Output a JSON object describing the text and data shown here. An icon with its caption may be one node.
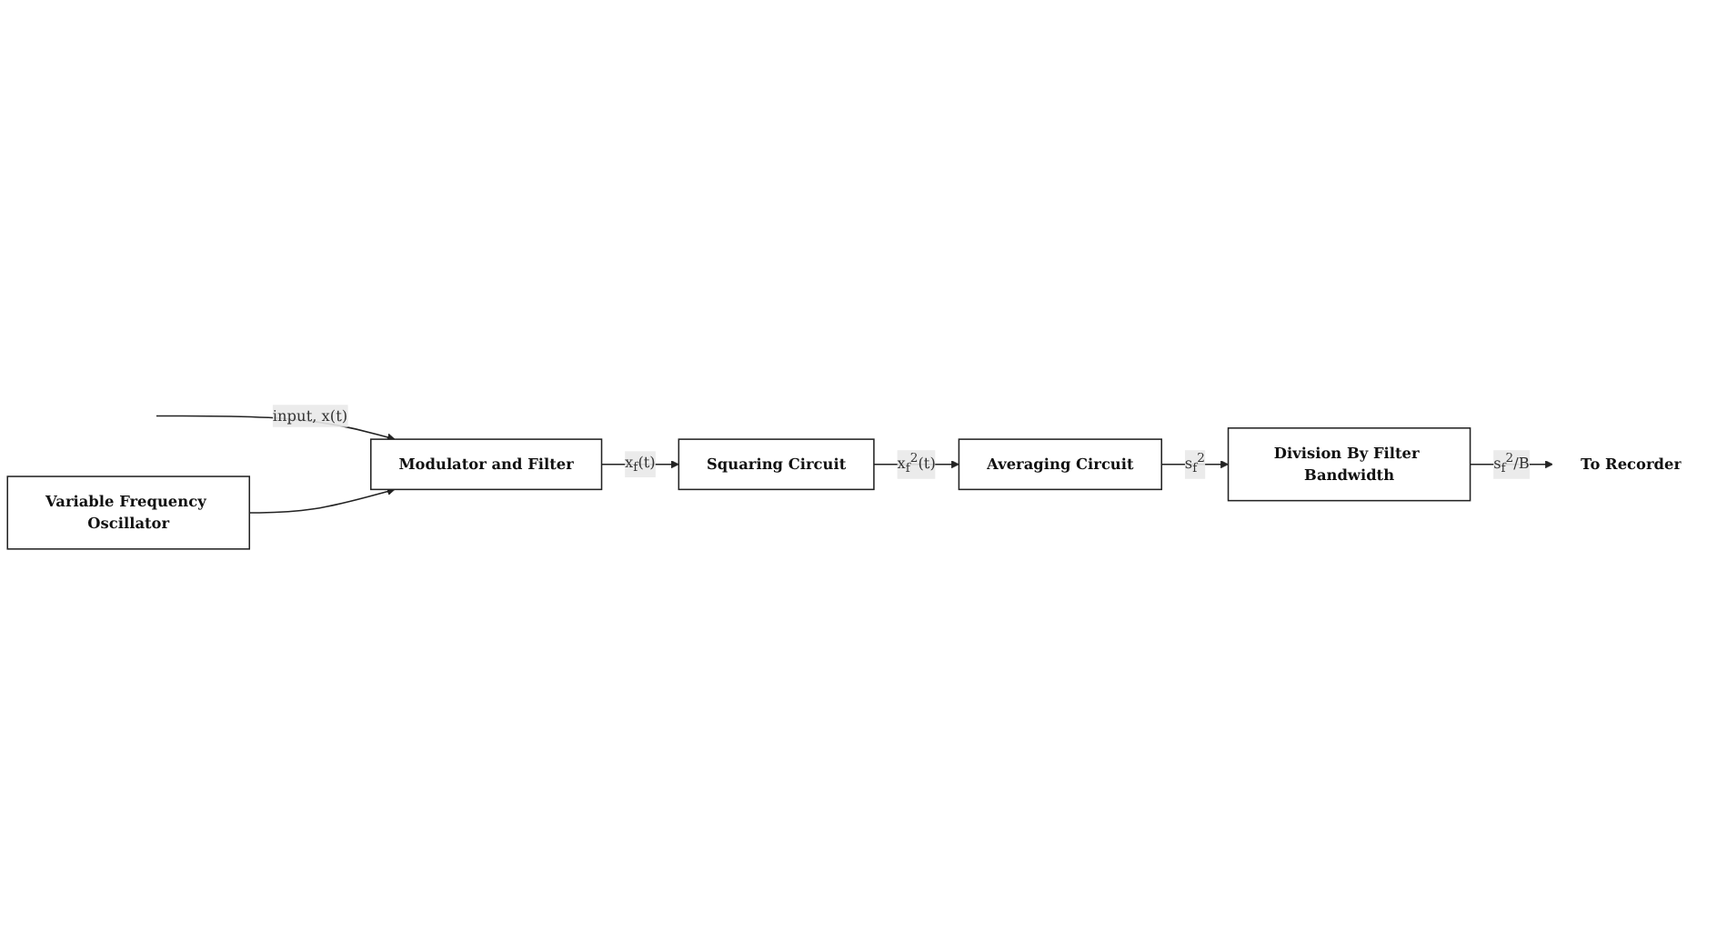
{
  "diagram": {
    "nodes": [
      {
        "text": [
          "Modulator and Filter"
        ]
      },
      {
        "text": [
          "Squaring Circuit"
        ]
      },
      {
        "text": [
          "Variable Frequency Oscillator"
        ]
      },
      {
        "text": [
          "Averaging Circuit"
        ]
      },
      {
        "text": [
          "Division By Filter Bandwidth"
        ]
      },
      {
        "text": [
          "To Recorder"
        ]
      }
    ],
    "edges": [
      {
        "from": null,
        "to": 0,
        "arrow": "to",
        "label": "input, x(t)"
      },
      {
        "from": 0,
        "to": 1,
        "arrow": "to",
        "label": "x$_{f}$(t)"
      },
      {
        "from": 2,
        "to": 0,
        "arrow": "to"
      },
      {
        "from": 1,
        "to": 3,
        "arrow": "to",
        "label": "x$_{f}$$^{2}$(t)"
      },
      {
        "from": 3,
        "to": 4,
        "arrow": "to",
        "label": "s$_{f}$$^{2}$"
      },
      {
        "from": 4,
        "to": 5,
        "arrow": "to",
        "label": "s$_{f}$$^{2}$/B"
      }
    ]
  }
}
